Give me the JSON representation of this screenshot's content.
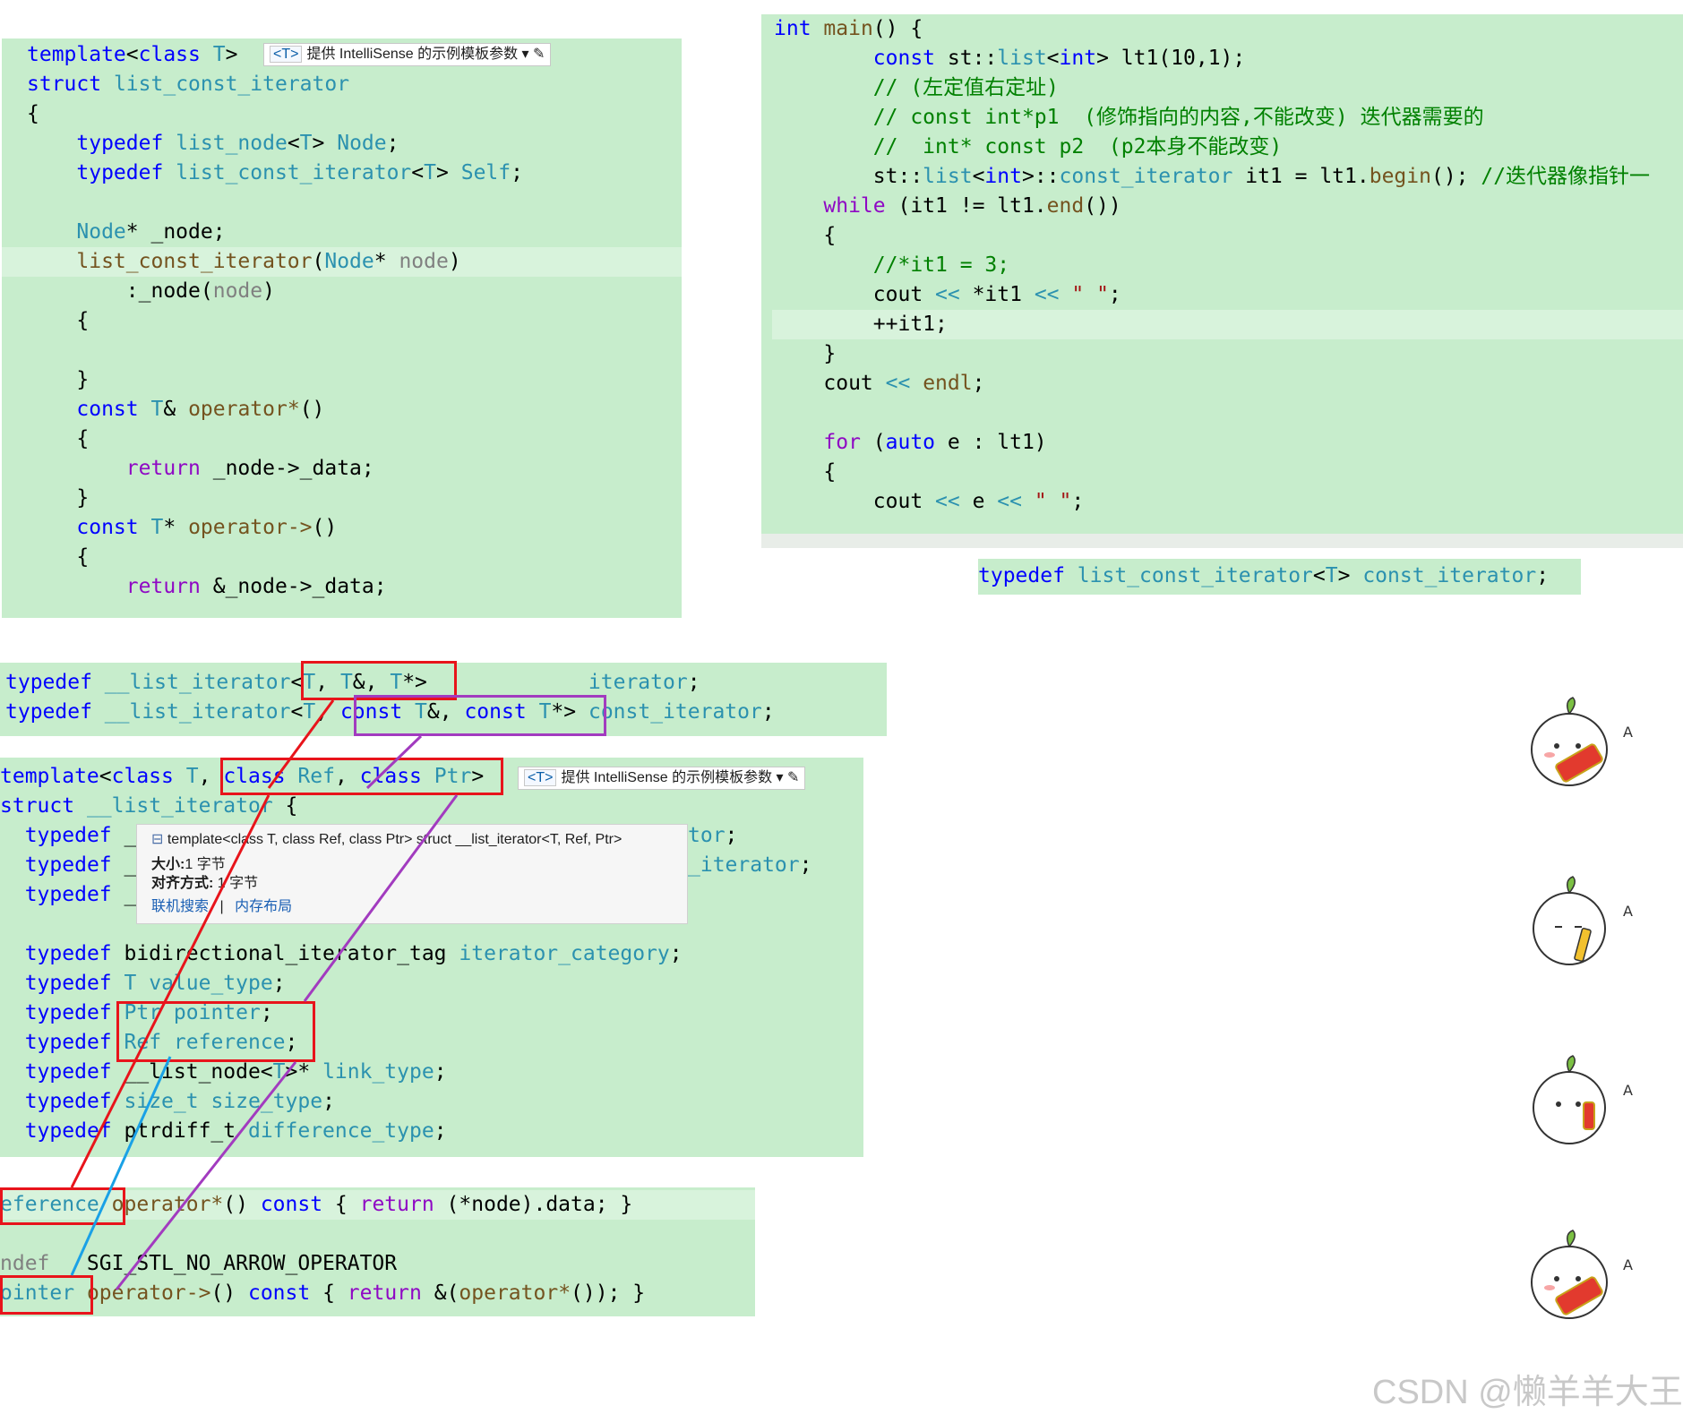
{
  "panel1": {
    "tooltip_badge": "<T>",
    "tooltip_text": "提供 IntelliSense 的示例模板参数 ▾ ✎",
    "lines": [
      "template<class T>",
      "struct list_const_iterator",
      "{",
      "    typedef list_node<T> Node;",
      "    typedef list_const_iterator<T> Self;",
      "",
      "    Node* _node;",
      "    list_const_iterator(Node* node)",
      "        :_node(node)",
      "    {",
      "",
      "    }",
      "    const T& operator*()",
      "    {",
      "        return _node->_data;",
      "    }",
      "    const T* operator->()",
      "    {",
      "        return &_node->_data;"
    ]
  },
  "panel2": {
    "lines": [
      "int main() {",
      "        const st::list<int> lt1(10,1);",
      "        // (左定值右定址)",
      "        // const int*p1  (修饰指向的内容,不能改变) 迭代器需要的",
      "        //  int* const p2  (p2本身不能改变)",
      "        st::list<int>::const_iterator it1 = lt1.begin(); //迭代器像指针一",
      "    while (it1 != lt1.end())",
      "    {",
      "        //*it1 = 3;",
      "        cout << *it1 << \" \";",
      "        ++it1;",
      "    }",
      "    cout << endl;",
      "",
      "    for (auto e : lt1)",
      "    {",
      "        cout << e << \" \";"
    ]
  },
  "panel3": {
    "line": "typedef list_const_iterator<T> const_iterator;"
  },
  "panel4": {
    "lines": [
      "typedef __list_iterator<T, T&, T*>             iterator;",
      "typedef __list_iterator<T, const T&, const T*> const_iterator;"
    ]
  },
  "panel5": {
    "tooltip_badge": "<T>",
    "tooltip_text": "提供 IntelliSense 的示例模板参数 ▾ ✎",
    "lines": [
      "template<class T, class Ref, class Ptr>",
      "struct __list_iterator {",
      "  typedef _",
      "  typedef _",
      "  typedef _",
      "",
      "  typedef bidirectional_iterator_tag iterator_category;",
      "  typedef T value_type;",
      "  typedef Ptr pointer;",
      "  typedef Ref reference;",
      "  typedef __list_node<T>* link_type;",
      "  typedef size_t size_type;",
      "  typedef ptrdiff_t difference_type;"
    ],
    "right_fragments": [
      "tor;",
      "iterator;"
    ]
  },
  "hover": {
    "signature": "template<class T, class Ref, class Ptr> struct __list_iterator<T, Ref, Ptr>",
    "size_label": "大小:",
    "size_value": "1 字节",
    "align_label": "对齐方式:",
    "align_value": "1 字节",
    "link_search": "联机搜索",
    "separator": "|",
    "link_layout": "内存布局"
  },
  "panel6": {
    "lines": [
      "eference operator*() const { return (*node).data; }",
      "",
      "ndef   SGI_STL_NO_ARROW_OPERATOR",
      "ointer operator->() const { return &(operator*()); }"
    ]
  },
  "stickers": [
    "sticker-rabbit-scroll",
    "sticker-rabbit-fan",
    "sticker-rabbit-peek",
    "sticker-rabbit-scroll"
  ],
  "watermark": "CSDN @懒羊羊大王&",
  "colors": {
    "editor_bg": "#c7edcc",
    "keyword": "#0000ff",
    "type": "#2b91af",
    "comment": "#008000",
    "control": "#8f08c4",
    "annotation_red": "#e8141b",
    "annotation_purple": "#a23bbf",
    "annotation_blue": "#1aa1e6"
  }
}
